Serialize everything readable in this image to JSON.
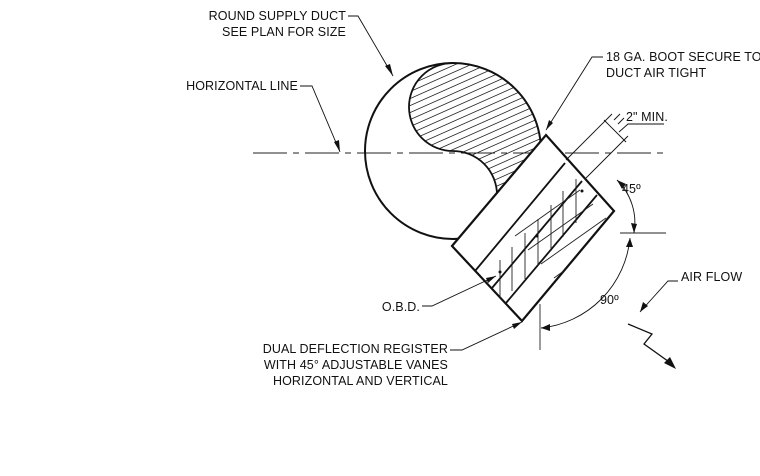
{
  "labels": {
    "round_supply_duct_1": "ROUND SUPPLY DUCT",
    "round_supply_duct_2": "SEE PLAN FOR SIZE",
    "horizontal_line": "HORIZONTAL LINE",
    "boot_1": "18 GA. BOOT SECURE TO",
    "boot_2": "DUCT AIR TIGHT",
    "clearance": "2\" MIN.",
    "angle_45": "45º",
    "angle_90": "90º",
    "air_flow": "AIR FLOW",
    "obd": "O.B.D.",
    "register_1": "DUAL DEFLECTION REGISTER",
    "register_2": "WITH 45° ADJUSTABLE VANES",
    "register_3": "HORIZONTAL AND VERTICAL"
  }
}
